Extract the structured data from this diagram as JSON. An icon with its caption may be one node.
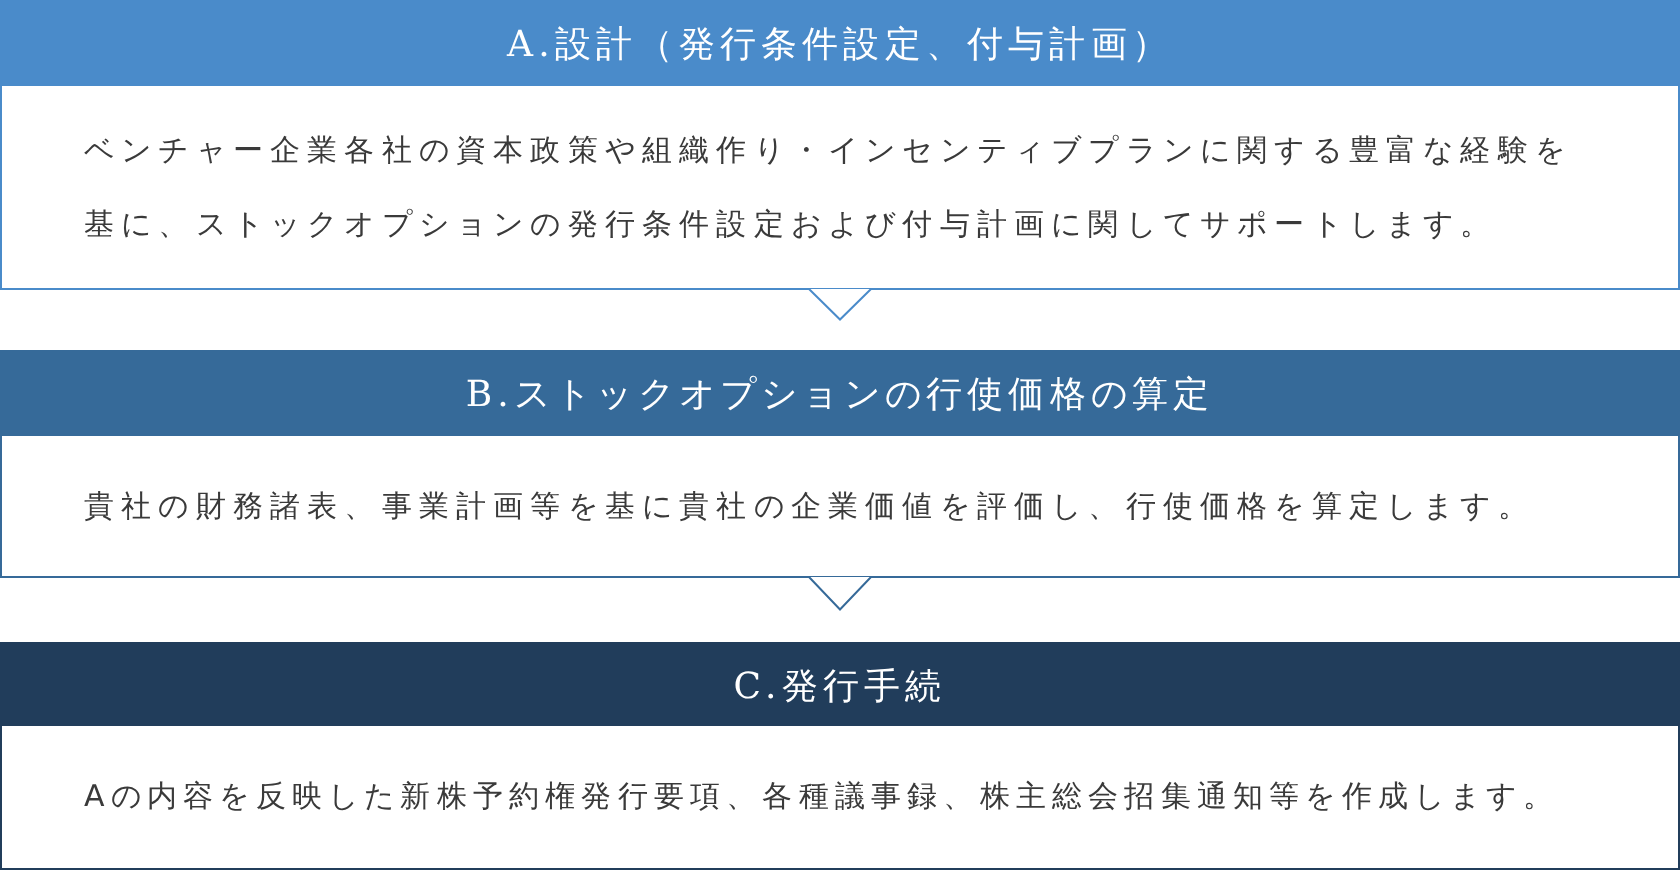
{
  "diagram": {
    "nodes": [
      {
        "text": [
          "A.設計（発行条件設定、付与計画）",
          "ベンチャー企業各社の資本政策や組織作り・インセンティブプランに関する豊富な経験を基に、ストックオプションの発行条件設定および付与計画に関してサポートします。"
        ]
      },
      {
        "text": [
          "B.ストックオプションの行使価格の算定",
          "貴社の財務諸表、事業計画等を基に貴社の企業価値を評価し、行使価格を算定します。"
        ]
      },
      {
        "text": [
          "C.発行手続",
          "Aの内容を反映した新株予約権発行要項、各種議事録、株主総会招集通知等を作成します。"
        ]
      }
    ],
    "edges": [
      {
        "from": 0,
        "to": 1,
        "arrow": "to",
        "color": "#4a8bca"
      },
      {
        "from": 1,
        "to": 2,
        "arrow": "to",
        "color": "#366a99"
      }
    ]
  }
}
